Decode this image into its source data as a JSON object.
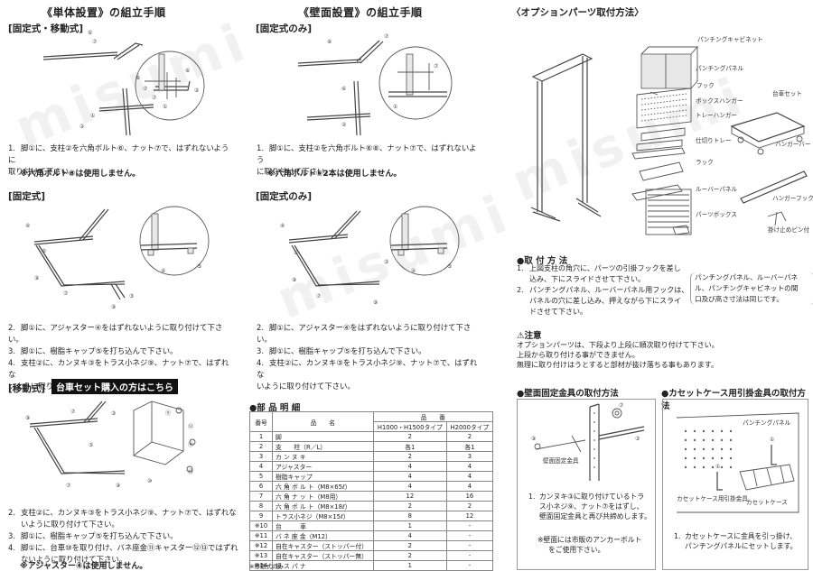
{
  "sec1": {
    "title": "《単体設置》の組立手順",
    "sub1": "[固定式・移動式]",
    "step1_num": "1.",
    "step1_a": "脚①に、支柱②を六角ボルト⑥、ナット⑦で、はずれないように",
    "step1_b": "取り付けて下さい。",
    "note1": "※六角ボルト⑧は使用しません。",
    "sub2": "[固定式]",
    "s2": [
      {
        "n": "2.",
        "t": "脚①に、アジャスター④をはずれないように取り付けて下さい。"
      },
      {
        "n": "3.",
        "t": "脚①に、樹脂キャップ⑤を打ち込んで下さい。"
      },
      {
        "n": "4.",
        "t": "支柱②に、カンヌキ③をトラス小ネジ⑨、ナット⑦で、はずれな"
      }
    ],
    "s2_cont": "いように取り付けて下さい。",
    "sub3": "[移動式]",
    "cart_tag": "台車セット購入の方はこちら",
    "s3": [
      {
        "n": "2.",
        "t": "支柱②に、カンヌキ③をトラス小ネジ⑨、ナット⑦で、はずれな"
      },
      {
        "n": "",
        "t": "いように取り付けて下さい。"
      },
      {
        "n": "3.",
        "t": "脚①に、樹脂キャップ⑤を打ち込んで下さい。"
      },
      {
        "n": "4.",
        "t": "脚①に、台車⑩を取り付け、バネ座金⑪キャスター⑫⑬ではずれ"
      },
      {
        "n": "",
        "t": "ないように取り付けて下さい。"
      }
    ],
    "note3": "※アジャスター④は使用しません。"
  },
  "sec2": {
    "title": "《壁面設置》の組立手順",
    "sub1": "[固定式のみ]",
    "step1_num": "1.",
    "step1_a": "脚①に、支柱②を六角ボルト⑥⑧、ナット⑦で、はずれないよう",
    "step1_b": "に取り付けて下さい。",
    "note1": "※六角ボルト⑥2本は使用しません。",
    "sub2": "[固定式のみ]",
    "s2": [
      {
        "n": "2.",
        "t": "脚①に、アジャスター④をはずれないように取り付けて下さい。"
      },
      {
        "n": "3.",
        "t": "脚①に、樹脂キャップ⑤を打ち込んで下さい。"
      },
      {
        "n": "4.",
        "t": "支柱②に、カンヌキ③をトラス小ネジ⑨、ナット⑦で、はずれな"
      }
    ],
    "s2_cont": "いように取り付けて下さい。"
  },
  "parts": {
    "title": "●部 品 明 細",
    "hdr_no": "番号",
    "hdr_name": "品　　名",
    "hdr_qty": "品　　番",
    "hdr_t1": "H1000・H1500タイプ",
    "hdr_t2": "H2000タイプ",
    "rows": [
      {
        "no": "1",
        "name": "脚",
        "a": "2",
        "b": "2"
      },
      {
        "no": "2",
        "name": "支　　柱（R／L）",
        "a": "各1",
        "b": "各1"
      },
      {
        "no": "3",
        "name": "カ ン ヌ キ",
        "a": "2",
        "b": "3"
      },
      {
        "no": "4",
        "name": "アジャスター",
        "a": "4",
        "b": "4"
      },
      {
        "no": "5",
        "name": "樹脂キャップ",
        "a": "4",
        "b": "4"
      },
      {
        "no": "6",
        "name": "六 角 ボ ル ト（M8×65ℓ）",
        "a": "4",
        "b": "4"
      },
      {
        "no": "7",
        "name": "六 角 ナ ッ ト（M8用）",
        "a": "12",
        "b": "16"
      },
      {
        "no": "8",
        "name": "六 角 ボ ル ト（M8×18ℓ）",
        "a": "2",
        "b": "2"
      },
      {
        "no": "9",
        "name": "トラス小ネジ（M8×15ℓ）",
        "a": "8",
        "b": "12"
      },
      {
        "no": "※10",
        "name": "台　　　車",
        "a": "1",
        "b": "-"
      },
      {
        "no": "※11",
        "name": "バ ネ 座 金（M12）",
        "a": "4",
        "b": "-"
      },
      {
        "no": "※12",
        "name": "自在キャスター（ストッパー付）",
        "a": "2",
        "b": "-"
      },
      {
        "no": "※13",
        "name": "自在キャスター（ストッパー無）",
        "a": "2",
        "b": "-"
      },
      {
        "no": "※14",
        "name": "板 ス パ ナ",
        "a": "1",
        "b": "-"
      }
    ],
    "footnote": "※移動式のみ"
  },
  "options": {
    "title": "〈オプションパーツ取付方法〉",
    "labels": [
      "パンチングキャビネット",
      "パンチングパネル",
      "フック",
      "ボックスハンガー",
      "トレーハンガー",
      "仕切りトレー",
      "ラック",
      "ルーバーパネル",
      "パーツボックス",
      "台車セット",
      "ハンガーバー",
      "ハンガーフック",
      "掛け止めピン付"
    ],
    "howto_title": "●取 付 方 法",
    "howto": [
      {
        "n": "1.",
        "t": "上図支柱の角穴に、パーツの引掛フックを差し"
      },
      {
        "n": "",
        "t": "込み、下にスライドさせて下さい。"
      },
      {
        "n": "2.",
        "t": "パンチングパネル、ルーバーパネル用フックは、"
      },
      {
        "n": "",
        "t": "パネルの穴に差し込み、押えながら下にスライ"
      },
      {
        "n": "",
        "t": "ドさせて下さい。"
      }
    ],
    "side_note": [
      "パンチングパネル、ルーバーパネ",
      "ル、パンチングキャビネットの間",
      "口及び高さ寸法は同じです。"
    ],
    "caution_title": "注意",
    "caution": [
      "オプションパーツは、下段より上段に順次取り付けて下さい。",
      "上段から取り付ける事ができません。",
      "無理に取り付けはうとすると部材が抜け落ちる事もあります。"
    ]
  },
  "wall": {
    "title": "●壁面固定金具の取付方法",
    "fig_label": "壁面固定金具",
    "step_n": "1.",
    "step": [
      "カンヌキ③に取り付けているトラ",
      "ス小ネジ⑨、ナット⑦をはずし、",
      "壁面固定金具と再び共締めします。"
    ],
    "note": [
      "※壁面には市販のアンカーボルト",
      "をご使用下さい。"
    ]
  },
  "cassette": {
    "title": "●カセットケース用引掛金具の取付方法",
    "labels": [
      "パンチングパネル",
      "カセットケース用引掛金具",
      "カセットケース"
    ],
    "step_n": "1.",
    "step": [
      "カセットケースに金具を引っ掛け、",
      "パンチングパネルにセットします。"
    ]
  },
  "watermark": "misumi"
}
